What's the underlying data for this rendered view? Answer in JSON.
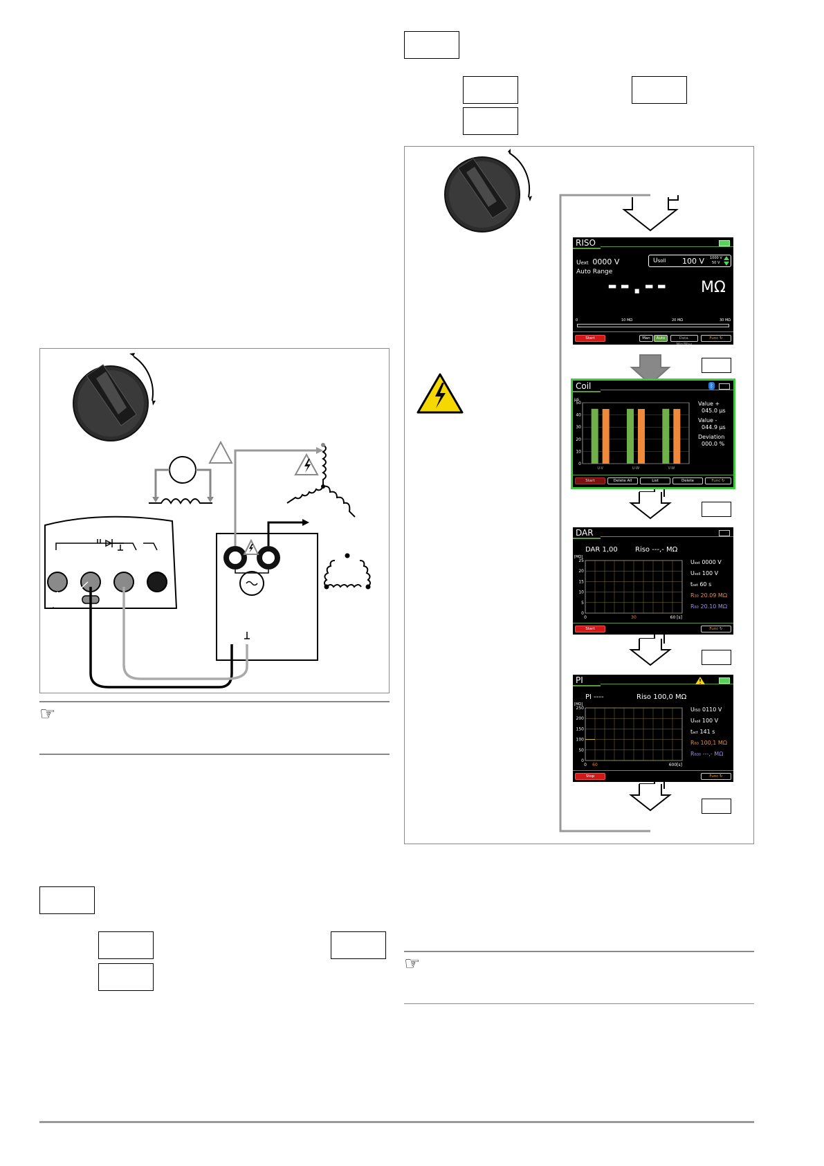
{
  "riso": {
    "title": "RISO",
    "u_ext_label": "U",
    "u_ext_sub": "ext",
    "u_ext_value": "0000 V",
    "u_soll_label": "U",
    "u_soll_sub": "soll",
    "u_soll_value": "100 V",
    "u_range_high": "1000 V",
    "u_range_low": "50 V",
    "mode": "Auto Range",
    "reading": "--.--",
    "unit": "MΩ",
    "scale_ticks": [
      "0",
      "10 MΩ",
      "20 MΩ",
      "30 MΩ"
    ],
    "buttons": {
      "start": "Start",
      "man": "Man",
      "auto": "Auto",
      "data": "Data. Min/Max",
      "func": "Func"
    }
  },
  "coil": {
    "title": "Coil",
    "y_unit": "µs",
    "value_plus_label": "Value +",
    "value_plus": "045.0 µs",
    "value_minus_label": "Value -",
    "value_minus": "044.9 µs",
    "deviation_label": "Deviation",
    "deviation": "000.0 %",
    "buttons": {
      "start": "Start",
      "delete_all": "Delete All",
      "list": "List",
      "delete": "Delete",
      "func": "Func"
    },
    "chart_data": {
      "type": "bar",
      "categories": [
        "U-V",
        "U-W",
        "V-W"
      ],
      "series": [
        {
          "values": [
            45.0,
            45.0,
            45.0
          ],
          "color": "#6fb04a"
        },
        {
          "values": [
            44.9,
            44.9,
            44.9
          ],
          "color": "#f08a3a"
        }
      ],
      "ylabel": "µs",
      "ylim": [
        0,
        50
      ],
      "yticks": [
        "0",
        "10",
        "20",
        "30",
        "40",
        "50"
      ],
      "grid": true
    }
  },
  "dar": {
    "title": "DAR",
    "dar_text": "DAR 1,00",
    "riso_text": "Riso  ---,- MΩ",
    "y_unit": "[MΩ]",
    "yticks": [
      "0",
      "5",
      "10",
      "15",
      "20",
      "25"
    ],
    "xticks": [
      "0",
      "30",
      "60 [s]"
    ],
    "readouts": [
      {
        "label": "U",
        "sub": "ext",
        "value": "0000 V",
        "color": "#ffffff"
      },
      {
        "label": "U",
        "sub": "soll",
        "value": "100 V",
        "color": "#ffffff"
      },
      {
        "label": "t",
        "sub": "set",
        "value": "60 s",
        "color": "#ffffff"
      },
      {
        "label": "R",
        "sub": "30",
        "value": "20.09 MΩ",
        "color": "#f08a3a"
      },
      {
        "label": "R",
        "sub": "60",
        "value": "20.10 MΩ",
        "color": "#9a8fe8"
      }
    ],
    "buttons": {
      "start": "Start",
      "func": "Func"
    },
    "chart_data": {
      "type": "line",
      "x": [],
      "series": [],
      "ylabel": "[MΩ]",
      "xlabel": "[s]",
      "ylim": [
        0,
        25
      ],
      "xlim": [
        0,
        60
      ],
      "grid": true
    }
  },
  "pi": {
    "title": "PI",
    "pi_text": "PI ----",
    "riso_text": "Riso  100,0 MΩ",
    "y_unit": "[MΩ]",
    "yticks": [
      "0",
      "50",
      "100",
      "150",
      "200",
      "250"
    ],
    "xticks": [
      "0",
      "60",
      "600[s]"
    ],
    "readouts": [
      {
        "label": "U",
        "sub": "ISO",
        "value": "0110 V",
        "color": "#ffffff"
      },
      {
        "label": "U",
        "sub": "soll",
        "value": "100 V",
        "color": "#ffffff"
      },
      {
        "label": "t",
        "sub": "act",
        "value": "141 s",
        "color": "#ffffff"
      },
      {
        "label": "R",
        "sub": "60",
        "value": "100,1 MΩ",
        "color": "#f08a3a"
      },
      {
        "label": "R",
        "sub": "600",
        "value": "---,- MΩ",
        "color": "#9a8fe8"
      }
    ],
    "buttons": {
      "stop": "Stop",
      "func": "Func"
    },
    "chart_data": {
      "type": "line",
      "x": [
        0,
        60
      ],
      "series": [
        {
          "values": [
            100,
            100
          ],
          "color": "#d8c040"
        }
      ],
      "ylabel": "[MΩ]",
      "xlabel": "[s]",
      "ylim": [
        0,
        250
      ],
      "xlim": [
        0,
        600
      ],
      "grid": true
    }
  },
  "colors": {
    "screen_bg": "#000000",
    "title_line": "#5a9a3a",
    "active_frame": "#3ec83e",
    "grid": "#8a7a3a",
    "warning": "#f5d800"
  }
}
